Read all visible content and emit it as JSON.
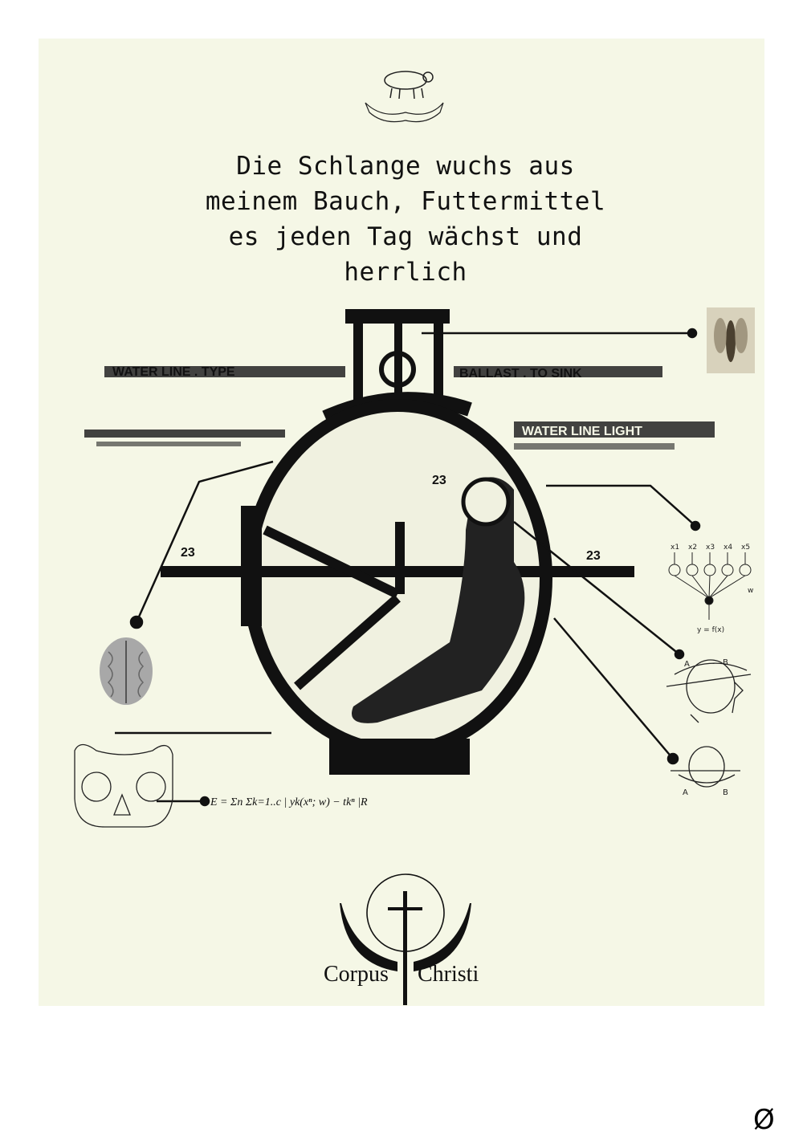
{
  "poster": {
    "headline": "Die Schlange wuchs aus\nmeinem Bauch, Futtermittel\nes jeden Tag wächst und\nherrlich",
    "diagram_labels": {
      "water_line_top_left": "WATER LINE . TYPE",
      "water_line_top_right": "BALLAST . TO SINK",
      "water_line_right": "WATER LINE LIGHT",
      "number_23_left": "23",
      "number_23_right": "23",
      "number_23_top": "23"
    },
    "formula": {
      "equation": "E = Σn Σk=1..c | yk(xⁿ; w) − tkⁿ |R"
    },
    "network": {
      "inputs": [
        "x1",
        "x2",
        "x3",
        "x4",
        "x5"
      ],
      "weight_label": "w",
      "output": "y = f(x)"
    },
    "head_diagram_labels": [
      "A",
      "B"
    ],
    "logo": {
      "left": "Corpus",
      "right": "Christi"
    }
  },
  "page_mark": "Ø",
  "colors": {
    "poster_bg": "#f5f7e6",
    "ink": "#111111",
    "page_bg": "#ffffff"
  }
}
